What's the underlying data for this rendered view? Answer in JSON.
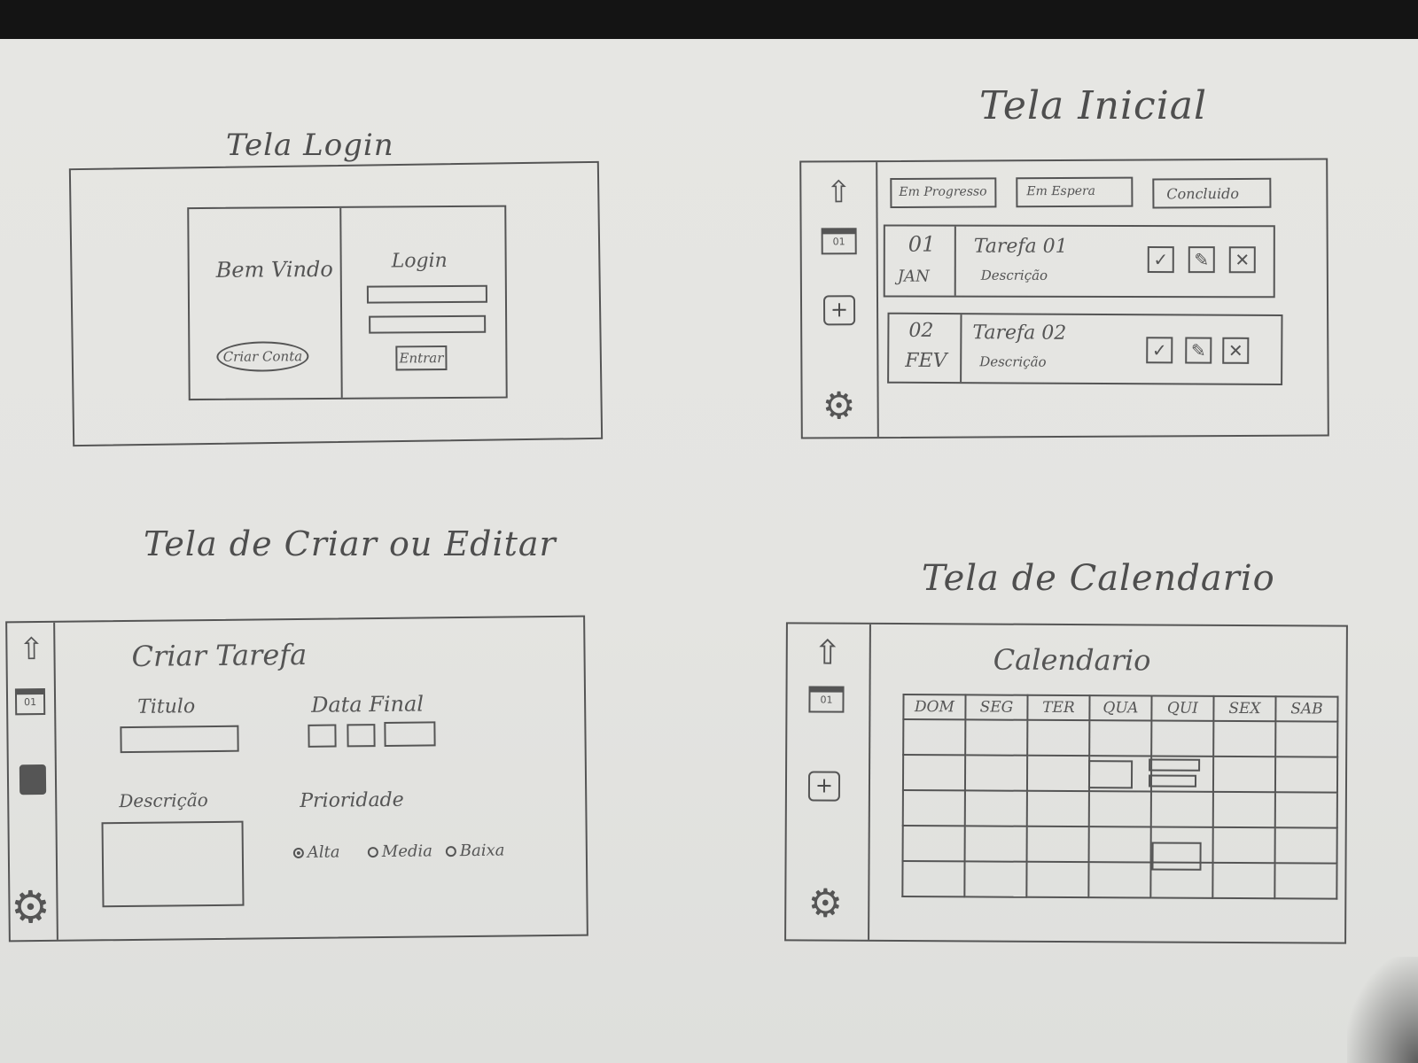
{
  "login_screen": {
    "heading": "Tela Login",
    "welcome_text": "Bem Vindo",
    "create_account_button": "Criar Conta",
    "form_title": "Login",
    "enter_button": "Entrar"
  },
  "home_screen": {
    "heading": "Tela Inicial",
    "tabs": [
      {
        "label": "Em Progresso"
      },
      {
        "label": "Em Espera"
      },
      {
        "label": "Concluido"
      }
    ],
    "tasks": [
      {
        "day": "01",
        "month": "JAN",
        "title": "Tarefa 01",
        "description": "Descrição"
      },
      {
        "day": "02",
        "month": "FEV",
        "title": "Tarefa 02",
        "description": "Descrição"
      }
    ],
    "calendar_icon_label": "01",
    "action_check": "✓",
    "action_close": "✕"
  },
  "edit_screen": {
    "heading": "Tela de Criar ou Editar",
    "title": "Criar Tarefa",
    "title_label": "Titulo",
    "date_label": "Data Final",
    "description_label": "Descrição",
    "priority_label": "Prioridade",
    "priority_options": [
      {
        "label": "Alta",
        "selected": true
      },
      {
        "label": "Media",
        "selected": false
      },
      {
        "label": "Baixa",
        "selected": false
      }
    ],
    "calendar_icon_label": "01"
  },
  "calendar_screen": {
    "heading": "Tela de Calendario",
    "title": "Calendario",
    "weekdays": [
      "DOM",
      "SEG",
      "TER",
      "QUA",
      "QUI",
      "SEX",
      "SAB"
    ],
    "calendar_icon_label": "01"
  },
  "icons": {
    "home": "home-arrow-icon",
    "calendar": "calendar-icon",
    "add": "plus-icon",
    "settings": "gear-icon"
  },
  "colors": {
    "ink": "#555555",
    "paper": "#e4e4e1",
    "background": "#141414"
  }
}
